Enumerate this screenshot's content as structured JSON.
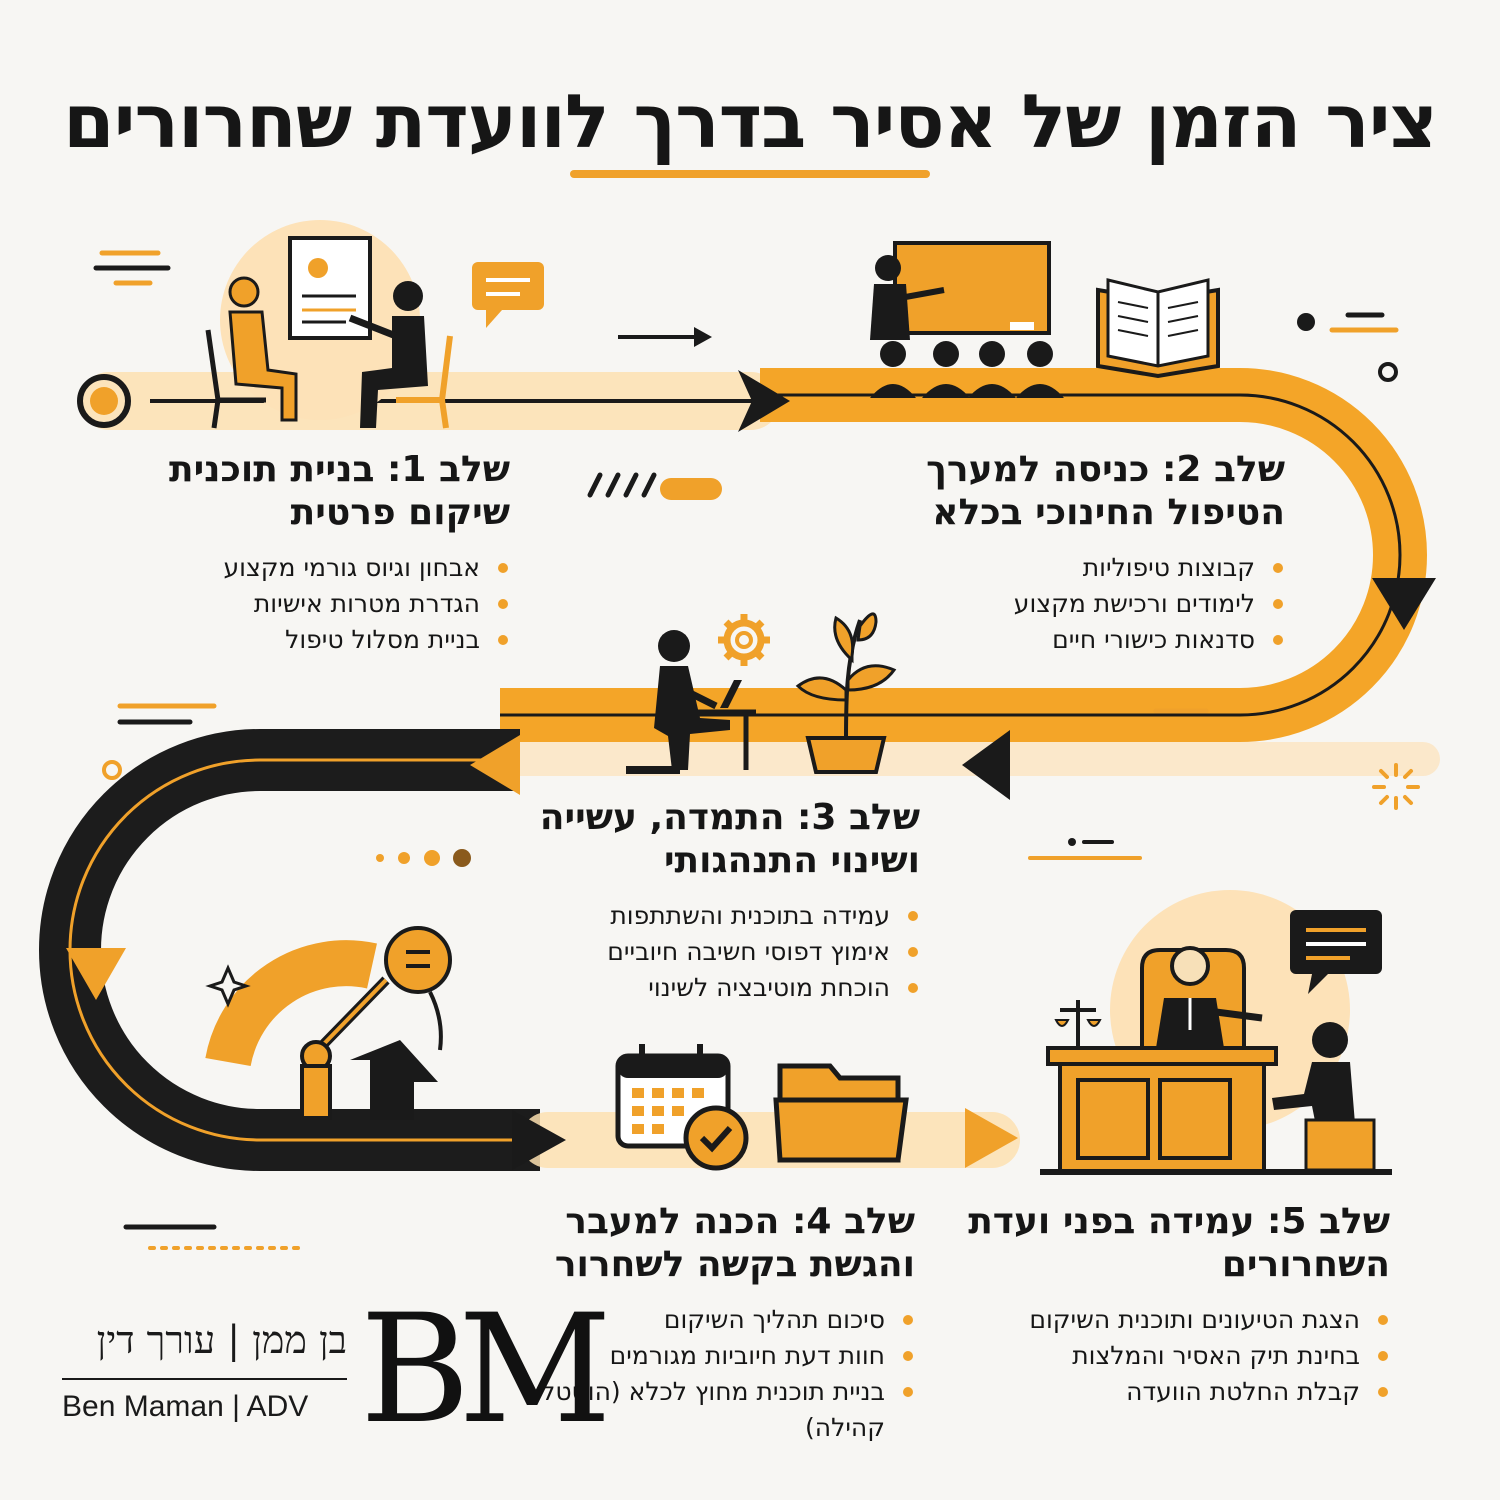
{
  "title": "ציר הזמן של אסיר בדרך לוועדת שחרורים",
  "colors": {
    "accent": "#f0a12a",
    "accent_light": "#fde2b8",
    "dark": "#1c1c1c",
    "background": "#f7f6f3"
  },
  "steps": [
    {
      "title": "שלב 1: בניית תוכנית שיקום פרטית",
      "items": [
        "אבחון וגיוס גורמי מקצוע",
        "הגדרת מטרות אישיות",
        "בניית מסלול טיפול"
      ],
      "icon": "counseling-session-icon"
    },
    {
      "title": "שלב 2: כניסה למערך הטיפול החינוכי בכלא",
      "items": [
        "קבוצות טיפוליות",
        "לימודים ורכישת מקצוע",
        "סדנאות כישורי חיים"
      ],
      "icon": "classroom-teacher-icon"
    },
    {
      "title": "שלב 3: התמדה, עשייה ושינוי התנהגותי",
      "items": [
        "עמידה בתוכנית והשתתפות",
        "אימוץ דפוסי חשיבה חיוביים",
        "הוכחת מוטיבציה לשינוי"
      ],
      "icon": "person-working-laptop-icon"
    },
    {
      "title": "שלב 4: הכנה למעבר והגשת בקשה לשחרור",
      "items": [
        "סיכום תהליך השיקום",
        "חוות דעת חיוביות מגורמים",
        "בניית תוכנית מחוץ לכלא (הוסטל, קהילה)"
      ],
      "icon": "calendar-check-icon"
    },
    {
      "title": "שלב 5: עמידה בפני ועדת השחרורים",
      "items": [
        "הצגת הטיעונים ותוכנית השיקום",
        "בחינת תיק האסיר והמלצות",
        "קבלת החלטת הוועדה"
      ],
      "icon": "parole-board-judge-icon"
    }
  ],
  "brand": {
    "name_he": "בן ממן | עורך דין",
    "name_en": "Ben Maman | ADV",
    "logo": "BM"
  }
}
